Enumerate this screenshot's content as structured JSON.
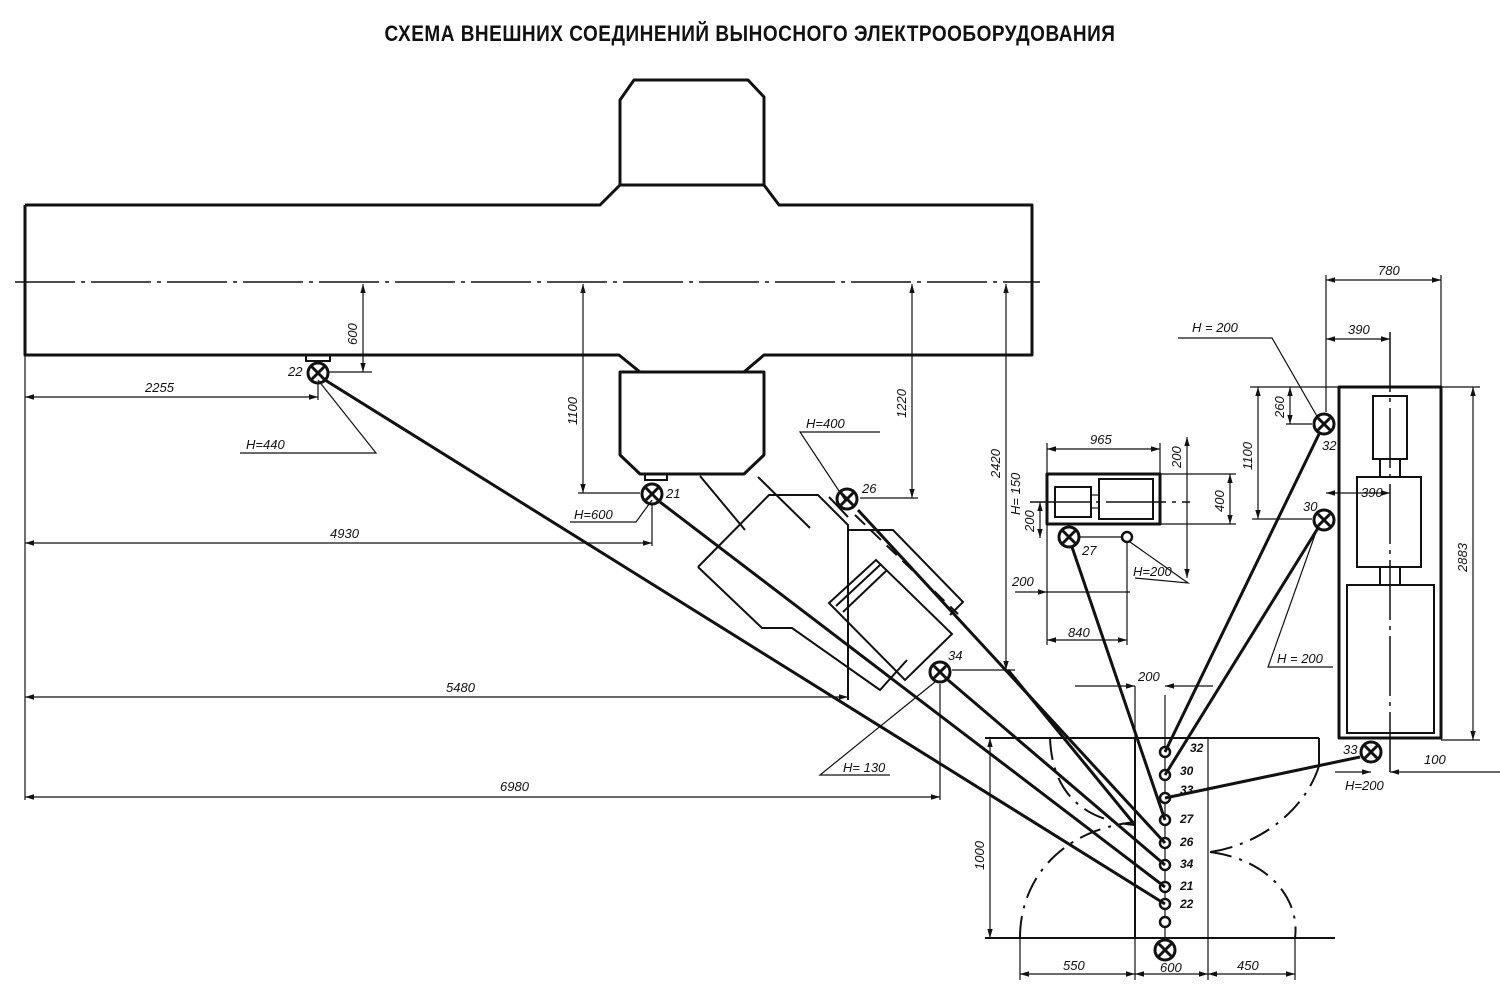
{
  "title": "СХЕМА ВНЕШНИХ СОЕДИНЕНИЙ ВЫНОСНОГО ЭЛЕКТРООБОРУДОВАНИЯ",
  "dimensions": {
    "d600_beam": "600",
    "d2255": "2255",
    "d1100_left": "1100",
    "d1220": "1220",
    "d2420": "2420",
    "d4930": "4930",
    "d5480": "5480",
    "d6980": "6980",
    "d965": "965",
    "d200_top": "200",
    "d400": "400",
    "d200_left": "200",
    "d200_small": "200",
    "d840": "840",
    "d780": "780",
    "d390_top": "390",
    "d390_mid": "390",
    "d260": "260",
    "d1100_right": "1100",
    "d2883": "2883",
    "d100": "100",
    "d200_cab": "200",
    "d1000": "1000",
    "d550": "550",
    "d600_cab": "600",
    "d450": "450"
  },
  "heights": {
    "h22": "H=440",
    "h21": "H=600",
    "h26": "H=400",
    "h34": "H= 130",
    "h150": "H= 150",
    "h27": "H=200",
    "h32": "H = 200",
    "h30": "H = 200",
    "h33": "H=200"
  },
  "junction_boxes": {
    "j22": "22",
    "j21": "21",
    "j26": "26",
    "j34": "34",
    "j27": "27",
    "j32": "32",
    "j30": "30",
    "j33": "33"
  },
  "terminal_strip": [
    "32",
    "30",
    "33",
    "27",
    "26",
    "34",
    "21",
    "22"
  ],
  "connections": [
    {
      "from": "22",
      "to": "22"
    },
    {
      "from": "21",
      "to": "21"
    },
    {
      "from": "26",
      "to": "26"
    },
    {
      "from": "34",
      "to": "34"
    },
    {
      "from": "27",
      "to": "27"
    },
    {
      "from": "32",
      "to": "32"
    },
    {
      "from": "30",
      "to": "30"
    },
    {
      "from": "33",
      "to": "33"
    }
  ]
}
